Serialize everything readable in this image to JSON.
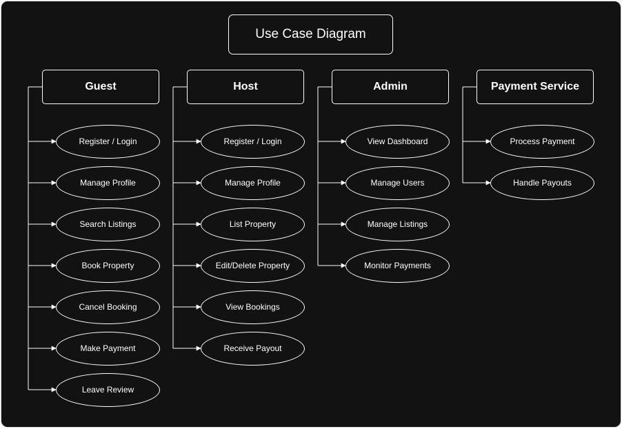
{
  "title": "Use Case Diagram",
  "colors": {
    "background": "#121212",
    "line": "#ffffff",
    "text": "#ffffff"
  },
  "actors": [
    {
      "name": "Guest",
      "use_cases": [
        "Register / Login",
        "Manage Profile",
        "Search Listings",
        "Book Property",
        "Cancel Booking",
        "Make Payment",
        "Leave Review"
      ]
    },
    {
      "name": "Host",
      "use_cases": [
        "Register / Login",
        "Manage Profile",
        "List Property",
        "Edit/Delete Property",
        "View Bookings",
        "Receive Payout"
      ]
    },
    {
      "name": "Admin",
      "use_cases": [
        "View Dashboard",
        "Manage Users",
        "Manage Listings",
        "Monitor Payments"
      ]
    },
    {
      "name": "Payment Service",
      "use_cases": [
        "Process Payment",
        "Handle Payouts"
      ]
    }
  ]
}
